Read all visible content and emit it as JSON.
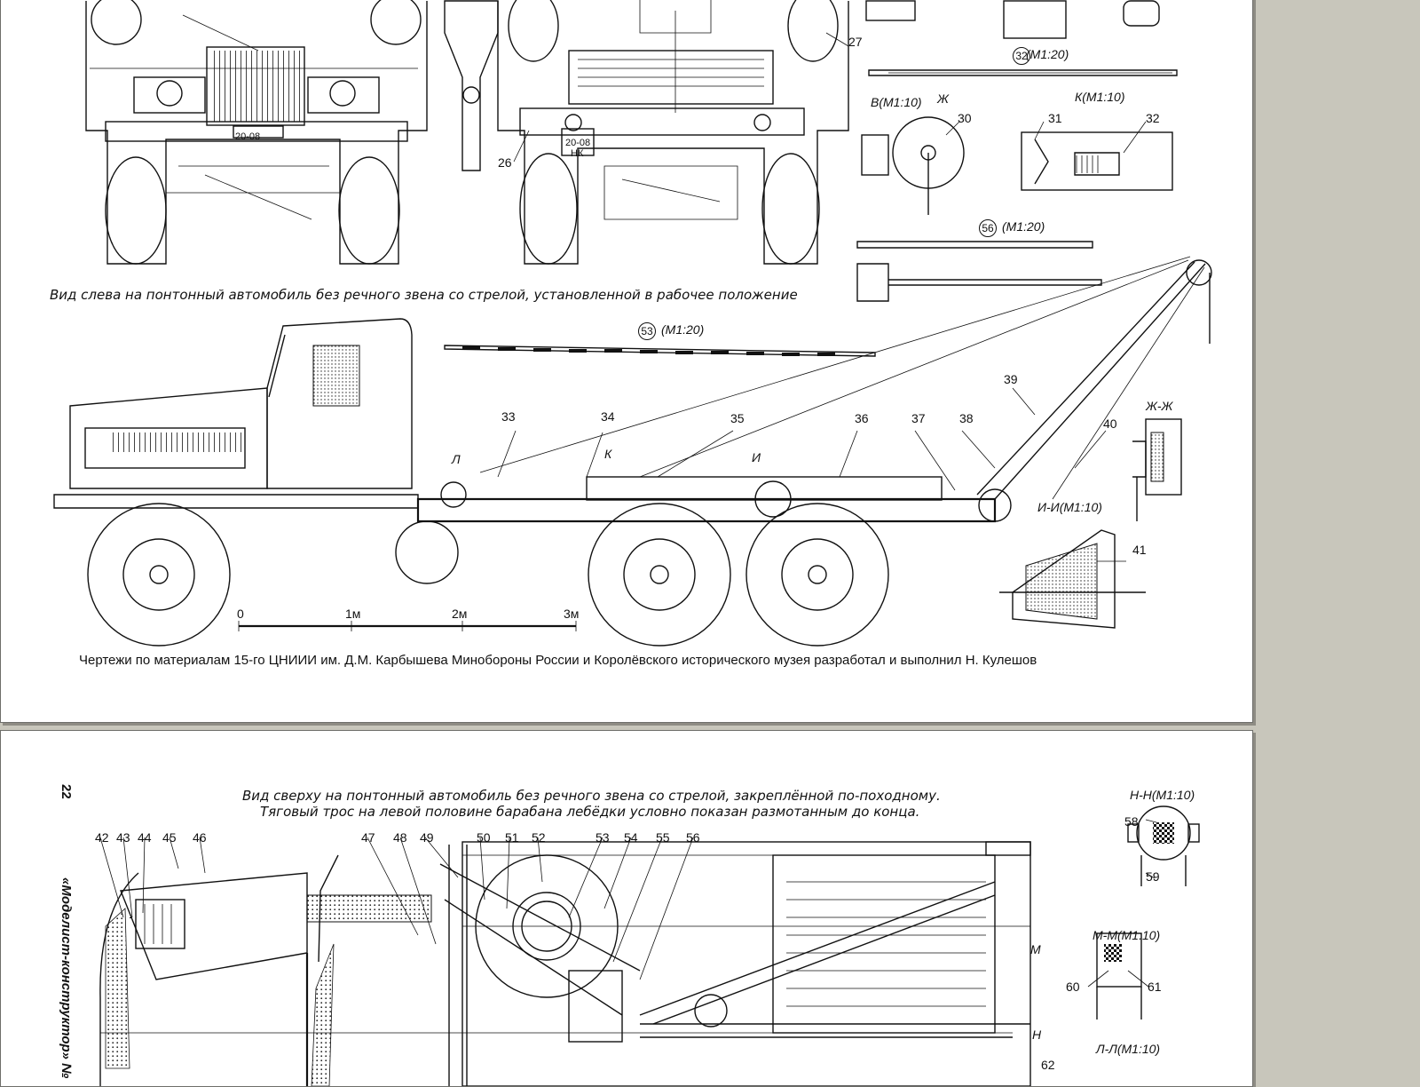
{
  "page_top": {
    "caption_left_view": "Вид слева на понтонный автомобиль без речного звена со стрелой, установленной в рабочее положение",
    "credit": "Чертежи по материалам 15-го ЦНИИИ им. Д.М. Карбышева Минобороны России и  Королёвского исторического музея разработал и выполнил Н. Кулешов",
    "plate_front": "20-08",
    "plate_rear_line1": "20-08",
    "plate_rear_line2": "НК",
    "detail_labels": {
      "d32": "(М1:20)",
      "d56": "(М1:20)",
      "d53": "(М1:20)",
      "section_v": "В(М1:10)",
      "section_k": "К(М1:10)",
      "section_zh": "Ж",
      "section_zhzh": "Ж-Ж",
      "section_ii": "И-И(М1:10)",
      "mark_l": "Л",
      "mark_k": "К",
      "mark_i": "И"
    },
    "circled_numbers": [
      "32",
      "56",
      "53"
    ],
    "callouts": [
      "27",
      "26",
      "30",
      "31",
      "32",
      "33",
      "34",
      "35",
      "36",
      "37",
      "38",
      "39",
      "40",
      "41"
    ],
    "scale": {
      "zero": "0",
      "m1": "1м",
      "m2": "2м",
      "m3": "3м"
    }
  },
  "page_bottom": {
    "page_number": "22",
    "journal": "«Моделист-конструктор» №",
    "caption_top_view_line1": "Вид сверху на понтонный автомобиль без речного звена со стрелой, закреплённой по-походному.",
    "caption_top_view_line2": "Тяговый трос на левой половине барабана лебёдки условно показан размотанным до конца.",
    "callouts": [
      "42",
      "43",
      "44",
      "45",
      "46",
      "47",
      "48",
      "49",
      "50",
      "51",
      "52",
      "53",
      "54",
      "55",
      "56",
      "58",
      "59",
      "60",
      "61",
      "62"
    ],
    "sections": {
      "nn": "Н-Н(М1:10)",
      "mm": "М-М(М1:10)",
      "ll": "Л-Л(М1:10)",
      "m_mark": "М",
      "n_mark": "Н"
    }
  }
}
